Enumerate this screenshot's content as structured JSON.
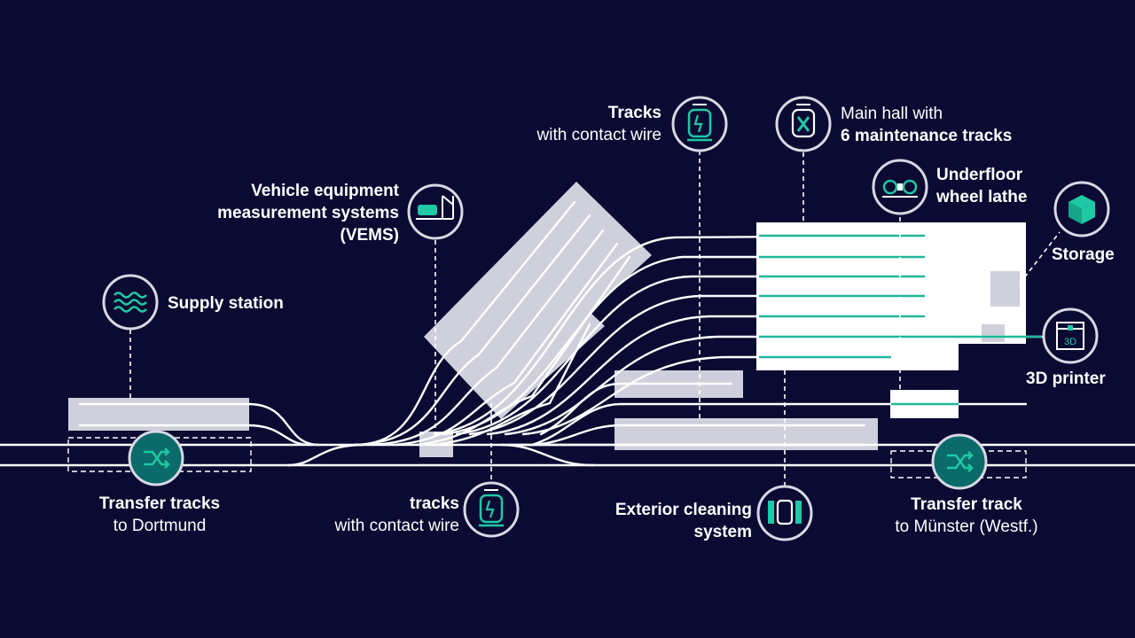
{
  "colors": {
    "background": "#0a0a32",
    "accent": "#1fc9a6",
    "building": "#cfd0db",
    "track": "#ffffff",
    "icon_ring": "#d8d8e4"
  },
  "labels": {
    "supply_station": "Supply station",
    "vems": [
      "Vehicle equipment",
      "measurement systems",
      "(VEMS)"
    ],
    "tracks_top": [
      "Tracks",
      "with contact wire"
    ],
    "main_hall": [
      "Main hall with",
      "6 maintenance tracks"
    ],
    "underfloor": [
      "Underfloor",
      "wheel lathe"
    ],
    "storage": "Storage",
    "printer_3d": "3D printer",
    "transfer_dortmund": [
      "Transfer tracks",
      "to Dortmund"
    ],
    "tracks_bottom": [
      "tracks",
      "with contact wire"
    ],
    "exterior_cleaning": [
      "Exterior cleaning",
      "system"
    ],
    "transfer_muenster": [
      "Transfer track",
      "to Münster (Westf.)"
    ]
  },
  "icons": {
    "supply": "waves-icon",
    "vems": "measurement-train-icon",
    "contact_wire_top": "tram-pantograph-icon",
    "main_hall": "maintenance-tools-icon",
    "underfloor": "wheel-lathe-icon",
    "storage": "box-icon",
    "printer_3d": "3d-printer-icon",
    "transfer_dortmund": "shuffle-icon",
    "contact_wire_bottom": "tram-pantograph-icon",
    "cleaning": "train-wash-icon",
    "transfer_muenster": "shuffle-icon",
    "printer_badge": "3D"
  }
}
